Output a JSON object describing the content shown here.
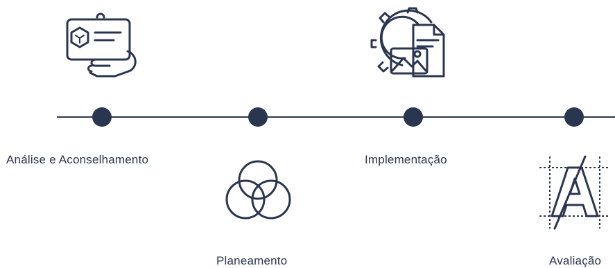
{
  "stages": [
    {
      "label": "Análise e Aconselhamento",
      "icon": "certificate-handshake-icon"
    },
    {
      "label": "Planeamento",
      "icon": "overlapping-circles-icon"
    },
    {
      "label": "Implementação",
      "icon": "gear-document-image-icon"
    },
    {
      "label": "Avaliação",
      "icon": "letter-a-guidelines-icon"
    }
  ],
  "colors": {
    "primary": "#2a3550",
    "background": "#ffffff"
  }
}
